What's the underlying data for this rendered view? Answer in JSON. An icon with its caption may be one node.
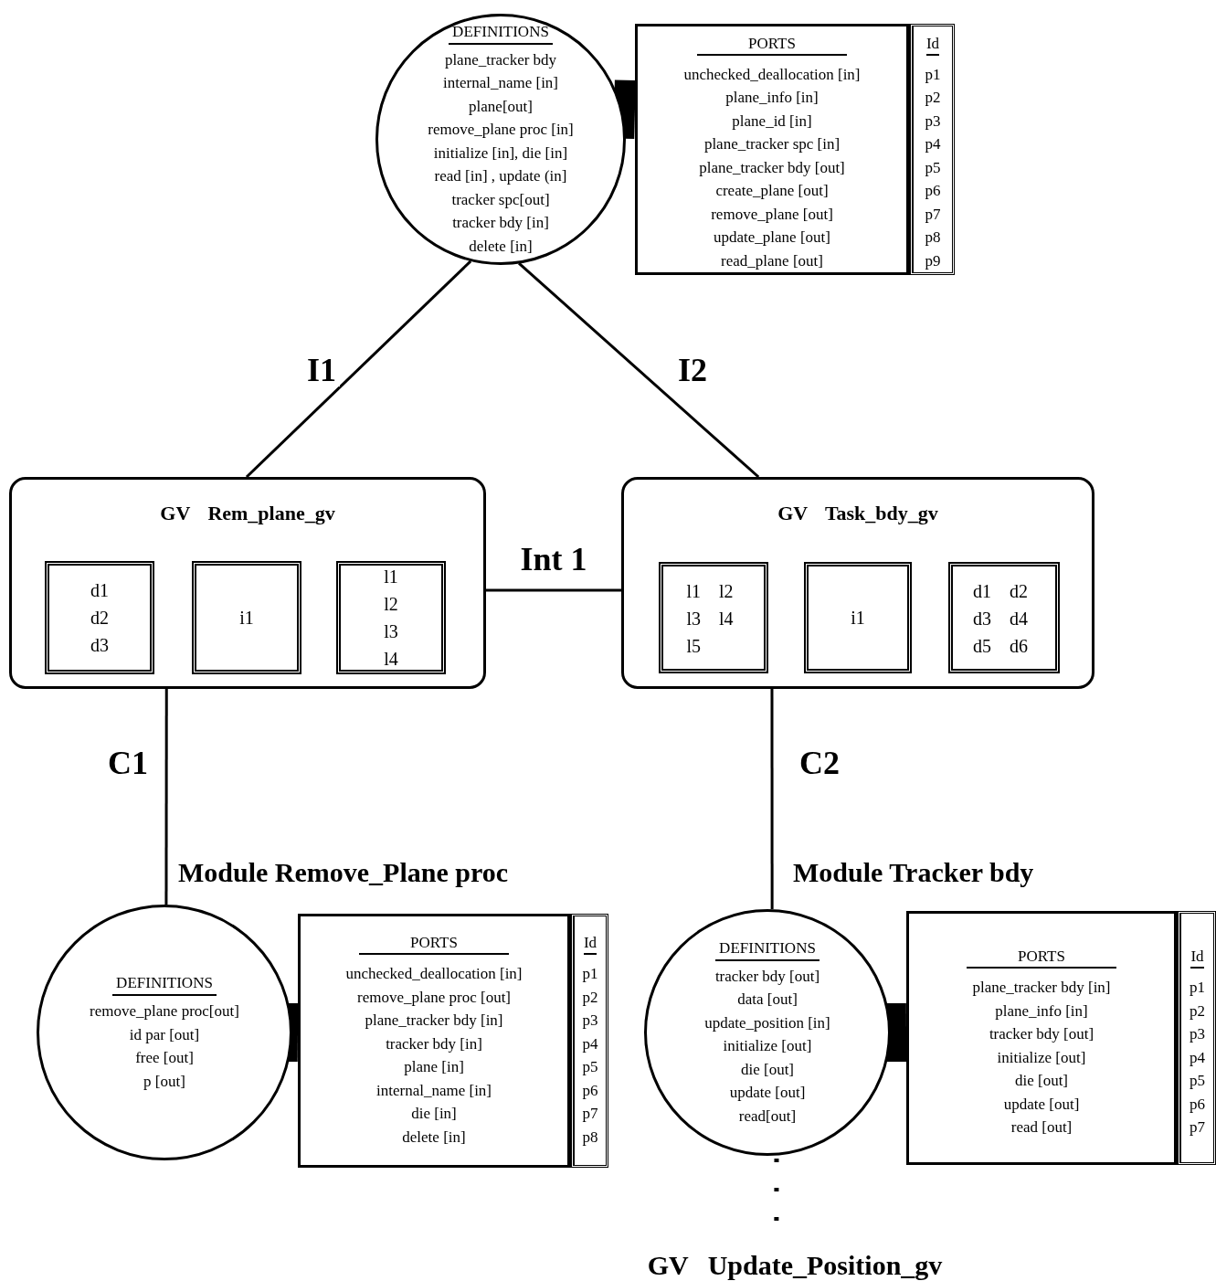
{
  "diagram": {
    "nodes": [
      {
        "text": [
          "DEFINITIONS",
          "plane_tracker bdy",
          "internal_name [in]",
          "plane[out]",
          "remove_plane proc [in]",
          "initialize [in], die [in]",
          "read [in] , update (in]",
          "tracker spc[out]",
          "tracker bdy [in]",
          "delete [in]"
        ]
      },
      {
        "text": [
          "PORTS",
          "unchecked_deallocation [in]",
          "plane_info [in]",
          "plane_id [in]",
          "plane_tracker spc [in]",
          "plane_tracker bdy [out]",
          "create_plane [out]",
          "remove_plane [out]",
          "update_plane [out]",
          "read_plane [out]"
        ]
      },
      {
        "text": [
          "Id",
          "p1",
          "p2",
          "p3",
          "p4",
          "p5",
          "p6",
          "p7",
          "p8",
          "p9"
        ]
      },
      {
        "text": [
          "GV Rem_plane_gv"
        ]
      },
      {
        "text": [
          "d1",
          "d2",
          "d3"
        ],
        "in": 3
      },
      {
        "text": [
          "i1"
        ],
        "in": 3
      },
      {
        "text": [
          "l1",
          "l2",
          "l3",
          "l4"
        ],
        "in": 3
      },
      {
        "text": [
          "GV Task_bdy_gv"
        ]
      },
      {
        "text": [
          "l1",
          "l2",
          "l3",
          "l4",
          "l5"
        ],
        "in": 7
      },
      {
        "text": [
          "i1"
        ],
        "in": 7
      },
      {
        "text": [
          "d1",
          "d2",
          "d3",
          "d4",
          "d5",
          "d6"
        ],
        "in": 7
      },
      {
        "text": [
          "DEFINITIONS",
          "remove_plane proc[out]",
          "id par [out]",
          "free [out]",
          "p [out]"
        ]
      },
      {
        "text": [
          "PORTS",
          "unchecked_deallocation [in]",
          "remove_plane proc [out]",
          "plane_tracker bdy [in]",
          "tracker bdy [in]",
          "plane [in]",
          "internal_name [in]",
          "die [in]",
          "delete [in]"
        ]
      },
      {
        "text": [
          "Id",
          "p1",
          "p2",
          "p3",
          "p4",
          "p5",
          "p6",
          "p7",
          "p8"
        ]
      },
      {
        "text": [
          "DEFINITIONS",
          "tracker bdy [out]",
          "data [out]",
          "update_position [in]",
          "initialize [out]",
          "die [out]",
          "update [out]",
          "read[out]"
        ]
      },
      {
        "text": [
          "PORTS",
          "plane_tracker bdy [in]",
          "plane_info [in]",
          "tracker bdy [out]",
          "initialize [out]",
          "die [out]",
          "update [out]",
          "read [out]"
        ]
      },
      {
        "text": [
          "Id",
          "p1",
          "p2",
          "p3",
          "p4",
          "p5",
          "p6",
          "p7"
        ]
      },
      {
        "text": [
          "GV Update_Position_gv"
        ]
      }
    ],
    "edges": [
      {
        "from": 0,
        "to": 1,
        "arrow": "none",
        "style": "thick"
      },
      {
        "from": 0,
        "to": 3,
        "arrow": "none",
        "label": "I1"
      },
      {
        "from": 0,
        "to": 7,
        "arrow": "none",
        "label": "I2"
      },
      {
        "from": 3,
        "to": 7,
        "arrow": "none",
        "label": "Int 1"
      },
      {
        "from": 3,
        "to": 11,
        "arrow": "none",
        "label": "C1"
      },
      {
        "from": 7,
        "to": 14,
        "arrow": "none",
        "label": "C2"
      },
      {
        "from": 11,
        "to": 12,
        "arrow": "none",
        "style": "thick"
      },
      {
        "from": 14,
        "to": 15,
        "arrow": "none",
        "style": "thick"
      },
      {
        "from": 14,
        "to": 17,
        "arrow": "none",
        "style": "dashed"
      }
    ],
    "labels": [
      "Module Remove_Plane proc",
      "Module Tracker bdy"
    ]
  }
}
